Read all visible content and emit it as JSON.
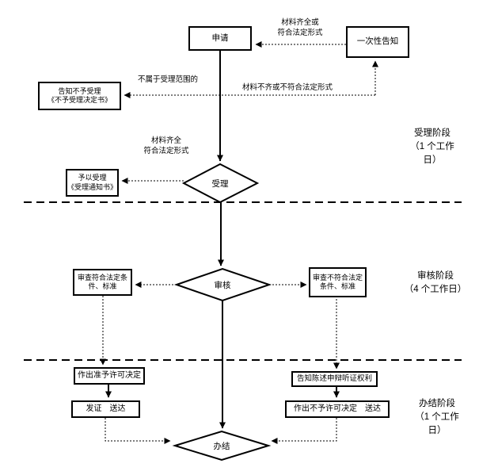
{
  "colors": {
    "line": "#000000",
    "background": "#ffffff"
  },
  "nodes": {
    "apply": {
      "label": "申请"
    },
    "one_time_notice": {
      "label": "一次性告知"
    },
    "reject_notice": {
      "line1": "告知不予受理",
      "line2": "《不予受理决定书》"
    },
    "accept_notice": {
      "line1": "予以受理",
      "line2": "《受理通知书》"
    },
    "accept": {
      "label": "受理"
    },
    "review": {
      "label": "审核"
    },
    "finish": {
      "label": "办结"
    },
    "review_pass": {
      "line1": "审查符合法定条",
      "line2": "件、标准"
    },
    "review_fail": {
      "line1": "审查不符合法定",
      "line2": "条件、标准"
    },
    "grant_decision": {
      "label": "作出准予许可决定"
    },
    "issue_deliver": {
      "label": "发证　送达"
    },
    "inform_rights": {
      "label": "告知陈述申辩听证权利"
    },
    "deny_decision": {
      "label": "作出不予许可决定　送达"
    }
  },
  "edge_labels": {
    "materials_complete_or": {
      "line1": "材料齐全或",
      "line2": "符合法定形式"
    },
    "not_in_scope": {
      "label": "不属于受理范围的"
    },
    "materials_incomplete": {
      "label": "材料不齐或不符合法定形式"
    },
    "materials_complete": {
      "line1": "材料齐全",
      "line2": "符合法定形式"
    }
  },
  "stages": [
    {
      "lines": [
        "受理阶段",
        "（1 个工作",
        "日）"
      ]
    },
    {
      "lines": [
        "审核阶段",
        "（4 个工作日）"
      ]
    },
    {
      "lines": [
        "办结阶段",
        "（1 个工作",
        "日）"
      ]
    }
  ]
}
